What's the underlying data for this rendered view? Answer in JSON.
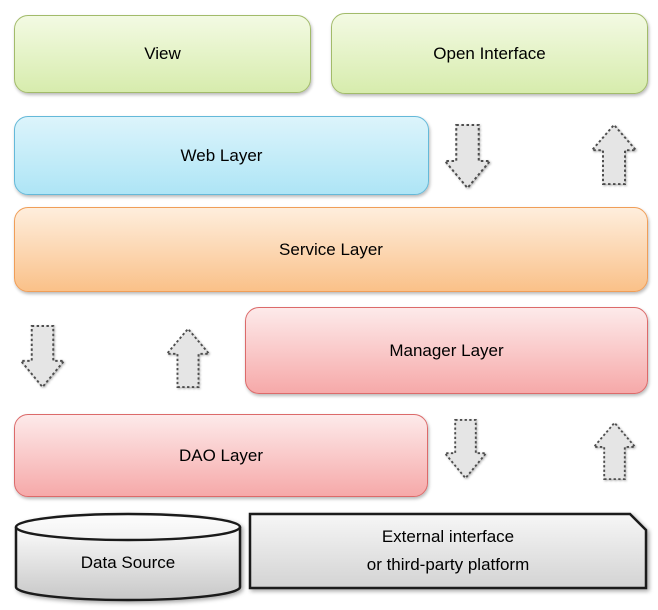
{
  "diagram": {
    "type": "layered-architecture",
    "background": "#ffffff",
    "nodes": {
      "view": {
        "label": "View",
        "fill_top": "#f3fae3",
        "fill_bottom": "#d7ecad",
        "border": "#a2bb6a"
      },
      "open_interface": {
        "label": "Open Interface",
        "fill_top": "#f3fae3",
        "fill_bottom": "#d7ecad",
        "border": "#a2bb6a"
      },
      "web_layer": {
        "label": "Web Layer",
        "fill_top": "#dcf4fb",
        "fill_bottom": "#aee5f6",
        "border": "#64b9d9"
      },
      "service_layer": {
        "label": "Service Layer",
        "fill_top": "#feeedd",
        "fill_bottom": "#fac189",
        "border": "#f09e58"
      },
      "manager_layer": {
        "label": "Manager Layer",
        "fill_top": "#fdeaea",
        "fill_bottom": "#f6a9a9",
        "border": "#dc6a6a"
      },
      "dao_layer": {
        "label": "DAO Layer",
        "fill_top": "#fdeaea",
        "fill_bottom": "#f6a9a9",
        "border": "#dc6a6a"
      },
      "data_source": {
        "label": "Data Source",
        "fill_top": "#fbfbfb",
        "fill_bottom": "#c7c7c7",
        "top_fill": "#f2f2f2",
        "border": "#1b1b1b"
      },
      "external_interface": {
        "label_line1": "External interface",
        "label_line2": "or third-party platform",
        "fill_top": "#f6f6f6",
        "fill_bottom": "#d3d3d3",
        "border": "#1b1b1b"
      }
    },
    "arrows": {
      "fill": "#e5e5e5",
      "stroke": "#4d4d4d",
      "border_style": "dotted",
      "items": [
        {
          "id": "web-service-down",
          "direction": "down"
        },
        {
          "id": "web-service-up",
          "direction": "up"
        },
        {
          "id": "service-dao-down",
          "direction": "down"
        },
        {
          "id": "service-dao-up",
          "direction": "up"
        },
        {
          "id": "dao-external-down",
          "direction": "down"
        },
        {
          "id": "dao-external-up",
          "direction": "up"
        }
      ]
    }
  }
}
